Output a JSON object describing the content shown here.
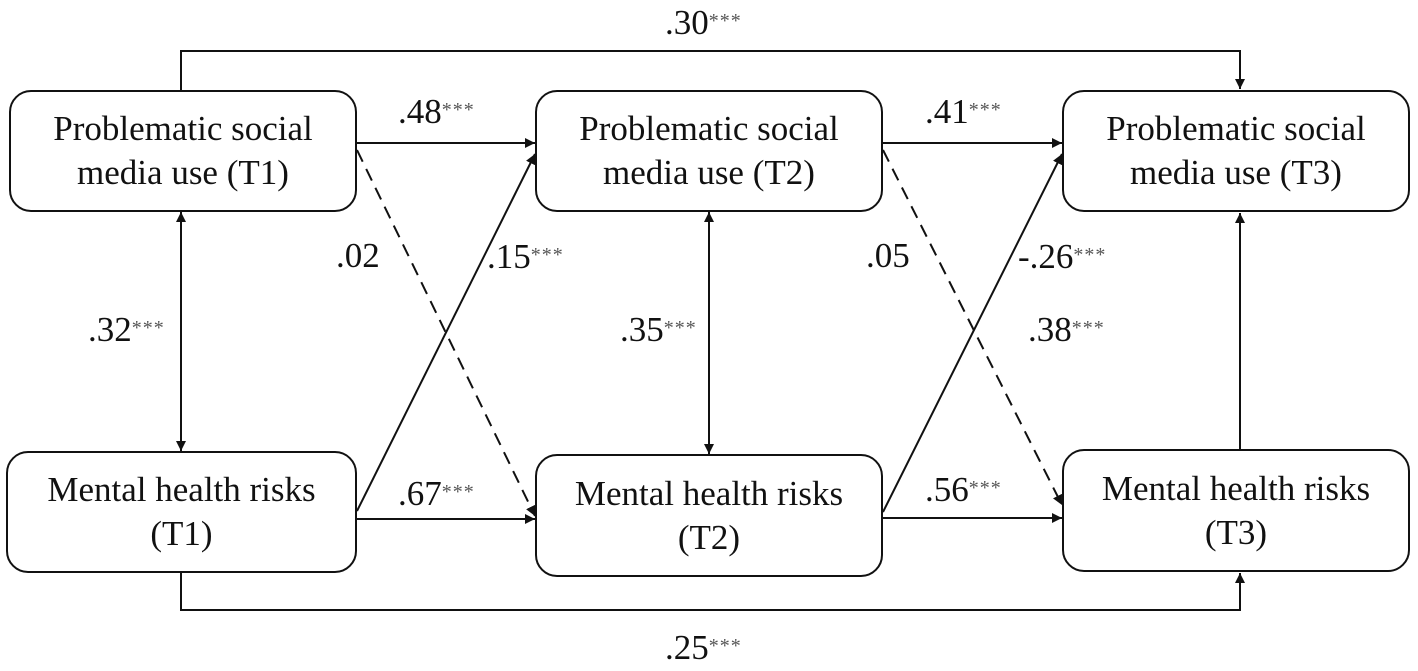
{
  "diagram": {
    "type": "cross-lagged panel model",
    "nodes": {
      "psmu_t1": {
        "line1": "Problematic social",
        "line2": "media use (T1)"
      },
      "psmu_t2": {
        "line1": "Problematic social",
        "line2": "media use (T2)"
      },
      "psmu_t3": {
        "line1": "Problematic social",
        "line2": "media use (T3)"
      },
      "mhr_t1": {
        "line1": "Mental health risks",
        "line2": "(T1)"
      },
      "mhr_t2": {
        "line1": "Mental health risks",
        "line2": "(T2)"
      },
      "mhr_t3": {
        "line1": "Mental health risks",
        "line2": "(T3)"
      }
    },
    "paths": {
      "psmu_t1_to_psmu_t3": {
        "value": ".30",
        "sig": "***",
        "style": "solid"
      },
      "psmu_t1_to_psmu_t2": {
        "value": ".48",
        "sig": "***",
        "style": "solid"
      },
      "psmu_t2_to_psmu_t3": {
        "value": ".41",
        "sig": "***",
        "style": "solid"
      },
      "psmu_t1_to_mhr_t2": {
        "value": ".02",
        "sig": "",
        "style": "dashed"
      },
      "mhr_t1_to_psmu_t2": {
        "value": ".15",
        "sig": "***",
        "style": "solid"
      },
      "psmu_t2_to_mhr_t3": {
        "value": ".05",
        "sig": "",
        "style": "dashed"
      },
      "mhr_t2_to_psmu_t3": {
        "value": "-.26",
        "sig": "***",
        "style": "solid"
      },
      "cov_t1": {
        "value": ".32",
        "sig": "***",
        "style": "double-headed"
      },
      "cov_t2": {
        "value": ".35",
        "sig": "***",
        "style": "double-headed"
      },
      "cov_t3": {
        "value": ".38",
        "sig": "***",
        "style": "single-headed up"
      },
      "mhr_t1_to_mhr_t2": {
        "value": ".67",
        "sig": "***",
        "style": "solid"
      },
      "mhr_t2_to_mhr_t3": {
        "value": ".56",
        "sig": "***",
        "style": "solid"
      },
      "mhr_t1_to_mhr_t3": {
        "value": ".25",
        "sig": "***",
        "style": "solid"
      }
    }
  }
}
